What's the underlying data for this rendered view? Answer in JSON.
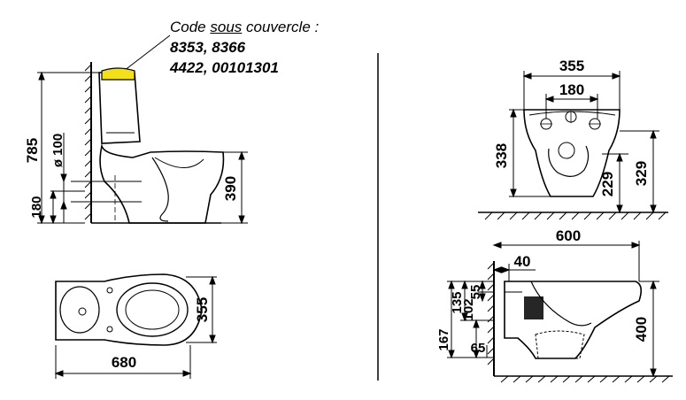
{
  "annotation": {
    "prefix": "Code ",
    "underlined": "sous",
    "suffix": " couvercle :",
    "codes_line1": "8353, 8366",
    "codes_line2": "4422, 00101301"
  },
  "dimensions": {
    "front_height": "785",
    "pipe_diameter": "ø 100",
    "outlet_height": "180",
    "seat_height": "390",
    "top_width": "355",
    "top_length": "680",
    "wall_width": "355",
    "wall_hole_spacing": "180",
    "wall_total_height": "338",
    "wall_bracket_low": "229",
    "wall_bracket_high": "329",
    "side_length": "600",
    "side_offset": "40",
    "side_height": "400",
    "side_d55": "55",
    "side_d135": "135",
    "side_d102": "102",
    "side_d167": "167",
    "side_d65": "65"
  },
  "colors": {
    "line": "#000000",
    "lid_highlight": "#f2e01c",
    "background": "#ffffff"
  }
}
